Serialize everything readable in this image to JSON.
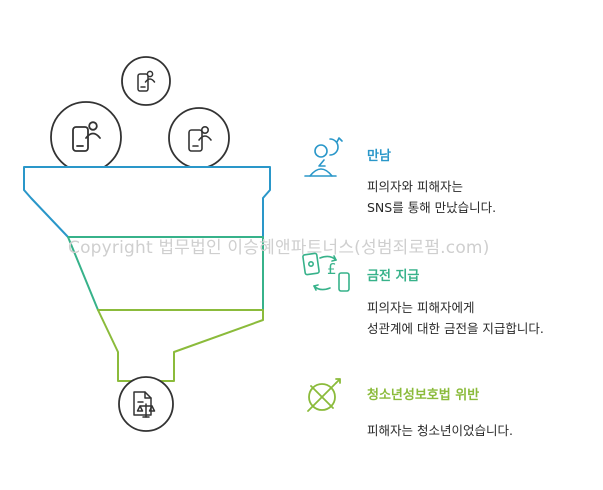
{
  "watermark": "Copyright 법무법인 이승혜앤파트너스(성범죄로펌.com)",
  "stages": [
    {
      "title": "만남",
      "desc_line1": "피의자와 피해자는",
      "desc_line2": "SNS를 통해 만났습니다.",
      "color": "#2a97c9",
      "icon": "meeting-icon"
    },
    {
      "title": "금전 지급",
      "desc_line1": "피의자는 피해자에게",
      "desc_line2": "성관계에 대한 금전을 지급합니다.",
      "color": "#37b28a",
      "icon": "money-exchange-icon"
    },
    {
      "title": "청소년성보호법 위반",
      "desc_line1": "피해자는 청소년이었습니다.",
      "color": "#8bbb3b",
      "icon": "prohibited-icon"
    }
  ],
  "funnel_colors": [
    "#2a97c9",
    "#37b28a",
    "#8bbb3b"
  ],
  "input_icons": [
    "phone-user-icon",
    "phone-user-icon",
    "phone-user-icon"
  ],
  "output_icon": "legal-document-icon"
}
